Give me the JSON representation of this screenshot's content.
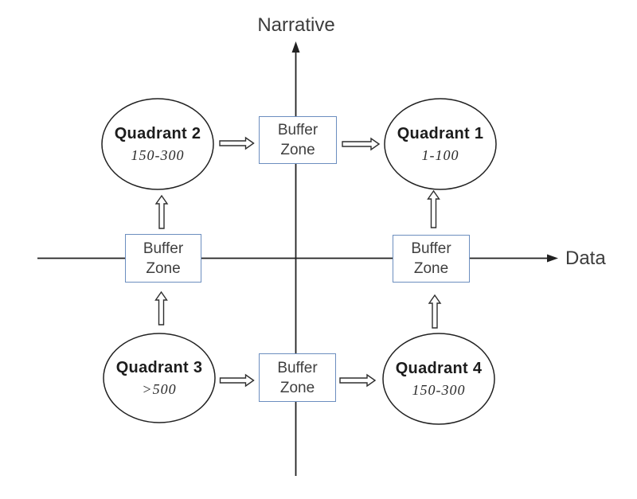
{
  "diagram": {
    "axes": {
      "vertical_label": "Narrative",
      "horizontal_label": "Data"
    },
    "quadrants": [
      {
        "name": "Quadrant 1",
        "range": "1-100"
      },
      {
        "name": "Quadrant 2",
        "range": "150-300"
      },
      {
        "name": "Quadrant 3",
        "range": ">500"
      },
      {
        "name": "Quadrant 4",
        "range": "150-300"
      }
    ],
    "buffer_zone": {
      "line1": "Buffer",
      "line2": "Zone"
    },
    "colors": {
      "buffer_box_border": "#6c8ebf",
      "shape_stroke": "#212121",
      "label_text": "#3c3c3c"
    }
  }
}
